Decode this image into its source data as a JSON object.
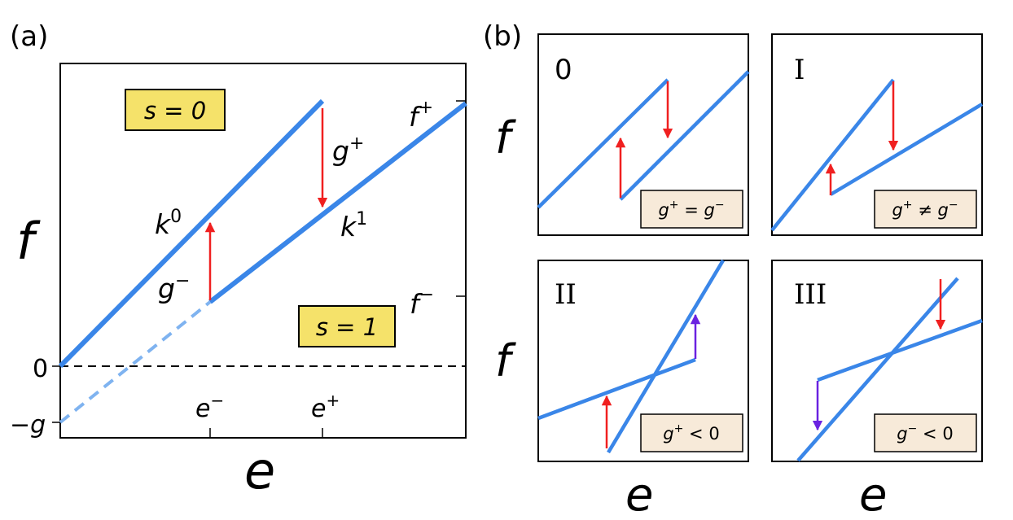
{
  "panel_a": {
    "label": "(a)",
    "f_axis": "f",
    "e_axis": "e",
    "state0": "s = 0",
    "state1": "s = 1",
    "branch0": "k",
    "branch0_sup": "0",
    "branch1": "k",
    "branch1_sup": "1",
    "gplus": "g",
    "gplus_sup": "+",
    "gminus": "g",
    "gminus_sup": "−",
    "fplus": "f",
    "fplus_sup": "+",
    "fminus": "f",
    "fminus_sup": "−",
    "zero": "0",
    "neg_g": "−g",
    "eminus": "e",
    "eminus_sup": "−",
    "eplus": "e",
    "eplus_sup": "+"
  },
  "panel_b": {
    "label": "(b)",
    "f_axis_top": "f",
    "f_axis_bottom": "f",
    "e_axis_left": "e",
    "e_axis_right": "e",
    "cases": [
      {
        "id": "0",
        "condition_a": "g",
        "condition_a_sup": "+",
        "condition_op": " = ",
        "condition_b": "g",
        "condition_b_sup": "−"
      },
      {
        "id": "I",
        "condition_a": "g",
        "condition_a_sup": "+",
        "condition_op": " ≠ ",
        "condition_b": "g",
        "condition_b_sup": "−"
      },
      {
        "id": "II",
        "condition_a": "g",
        "condition_a_sup": "+",
        "condition_op": " < ",
        "condition_b": "0",
        "condition_b_sup": ""
      },
      {
        "id": "III",
        "condition_a": "g",
        "condition_a_sup": "−",
        "condition_op": " < ",
        "condition_b": "0",
        "condition_b_sup": ""
      }
    ]
  },
  "colors": {
    "line": "#3a86e8",
    "line_dashed": "#7fb3f0",
    "arrow_red": "#f02020",
    "arrow_purple": "#6a22e0",
    "state_box": "#f5e26a",
    "condition_box": "#f7ead9"
  }
}
